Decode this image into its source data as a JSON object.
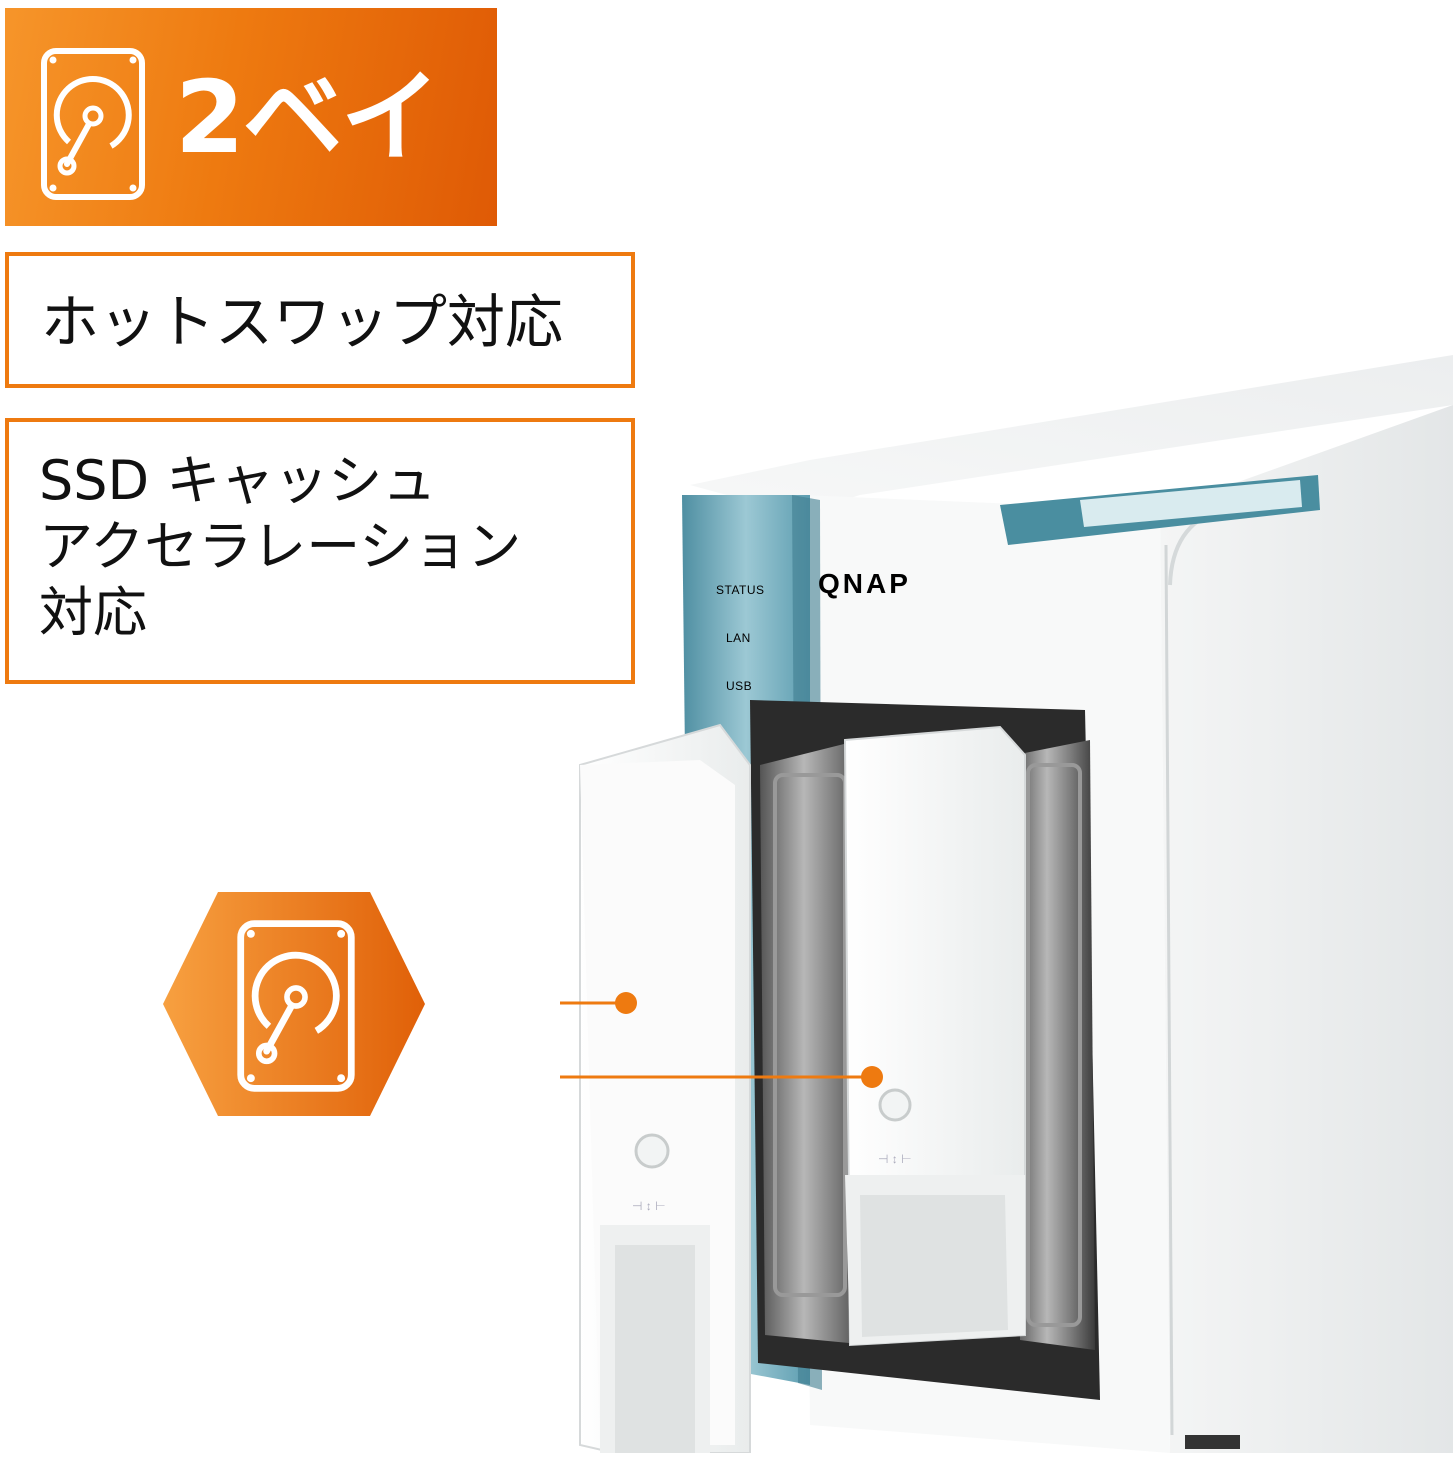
{
  "banner": {
    "title": "2ベイ",
    "icon": "hdd-icon",
    "gradient_colors": [
      "#f6952a",
      "#df5a05"
    ]
  },
  "features": {
    "hotswap_label": "ホットスワップ対応",
    "ssd_cache_lines": [
      "SSD キャッシュ",
      "アクセラレーション",
      "対応"
    ]
  },
  "hex_badge": {
    "icon": "hdd-icon"
  },
  "product": {
    "brand": "QNAP",
    "led_labels": [
      "STATUS",
      "LAN",
      "USB"
    ],
    "accent_color": "#6ea8b8",
    "highlight_color": "#ee7a10"
  }
}
